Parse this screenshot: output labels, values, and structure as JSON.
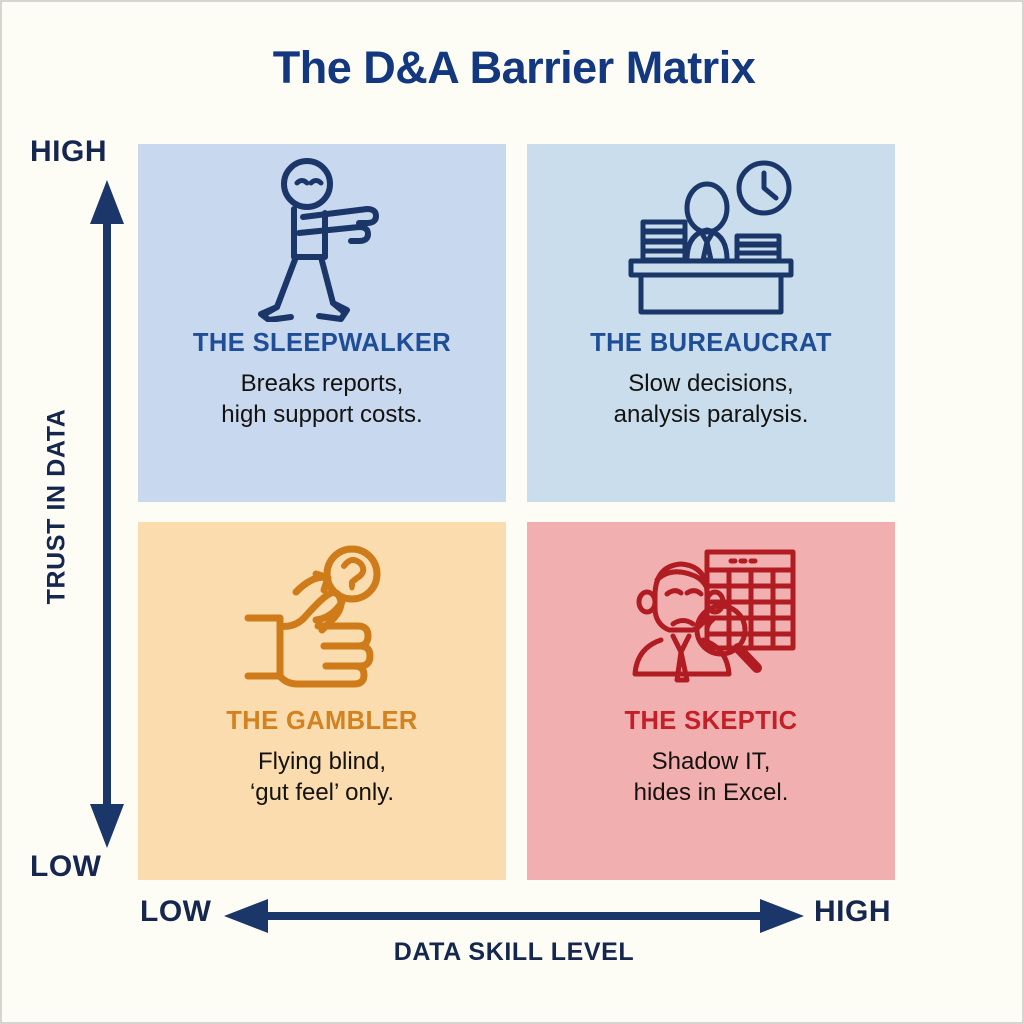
{
  "title": "The D&A Barrier Matrix",
  "colors": {
    "title": "#14387f",
    "axis": "#16274f",
    "background": "#fdfdf6",
    "quad_tl_bg": "#c7d8ef",
    "quad_tr_bg": "#c9dded",
    "quad_bl_bg": "#fbdcaf",
    "quad_br_bg": "#f2afb0",
    "quad_tl_title": "#1f4e96",
    "quad_tr_title": "#1f4e96",
    "quad_bl_title": "#d4811f",
    "quad_br_title": "#c41f27"
  },
  "axes": {
    "y": {
      "label": "TRUST IN DATA",
      "high": "HIGH",
      "low": "LOW"
    },
    "x": {
      "label": "DATA SKILL LEVEL",
      "low": "LOW",
      "high": "HIGH"
    }
  },
  "chart_data": {
    "type": "table",
    "title": "The D&A Barrier Matrix",
    "xlabel": "DATA SKILL LEVEL",
    "ylabel": "TRUST IN DATA",
    "xlim": [
      "LOW",
      "HIGH"
    ],
    "ylim": [
      "LOW",
      "HIGH"
    ],
    "grid": false,
    "legend": "none",
    "quadrants": [
      {
        "position": "top-left",
        "x": "LOW",
        "y": "HIGH",
        "name": "THE SLEEPWALKER",
        "desc_line1": "Breaks reports,",
        "desc_line2": "high support costs.",
        "icon": "sleepwalking-person-icon",
        "bg": "#c7d8ef",
        "accent": "#1f4e96"
      },
      {
        "position": "top-right",
        "x": "HIGH",
        "y": "HIGH",
        "name": "THE BUREAUCRAT",
        "desc_line1": "Slow decisions,",
        "desc_line2": "analysis paralysis.",
        "icon": "desk-paperwork-clock-icon",
        "bg": "#c9dded",
        "accent": "#1f4e96"
      },
      {
        "position": "bottom-left",
        "x": "LOW",
        "y": "LOW",
        "name": "THE GAMBLER",
        "desc_line1": "Flying blind,",
        "desc_line2": "‘gut feel’ only.",
        "icon": "coin-flip-question-icon",
        "bg": "#fbdcaf",
        "accent": "#d4811f"
      },
      {
        "position": "bottom-right",
        "x": "HIGH",
        "y": "LOW",
        "name": "THE SKEPTIC",
        "desc_line1": "Shadow IT,",
        "desc_line2": "hides in Excel.",
        "icon": "person-magnifier-spreadsheet-icon",
        "bg": "#f2afb0",
        "accent": "#c41f27"
      }
    ]
  }
}
